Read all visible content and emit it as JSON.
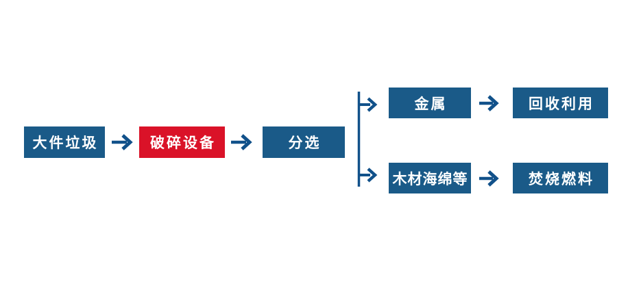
{
  "flowchart": {
    "description": "Bulky waste crushing and sorting process flow",
    "colors": {
      "background": "#FFFFFF",
      "node_default": "#1A5A88",
      "node_highlight": "#DA1228",
      "arrow": "#11518A",
      "node_text": "#FFFFFF"
    },
    "nodes": [
      {
        "id": "bulky-waste",
        "label": "大件垃圾",
        "style": "blue"
      },
      {
        "id": "shredder",
        "label": "破碎设备",
        "style": "red"
      },
      {
        "id": "sorting",
        "label": "分选",
        "style": "blue"
      },
      {
        "id": "metal",
        "label": "金属",
        "style": "blue"
      },
      {
        "id": "recycling",
        "label": "回收利用",
        "style": "blue"
      },
      {
        "id": "wood-sponge",
        "label": "木材海绵等",
        "style": "blue"
      },
      {
        "id": "incineration-fuel",
        "label": "焚烧燃料",
        "style": "blue"
      }
    ],
    "edges": [
      {
        "from": "大件垃圾",
        "to": "破碎设备"
      },
      {
        "from": "破碎设备",
        "to": "分选"
      },
      {
        "from": "分选",
        "to": "金属"
      },
      {
        "from": "分选",
        "to": "木材海绵等"
      },
      {
        "from": "金属",
        "to": "回收利用"
      },
      {
        "from": "木材海绵等",
        "to": "焚烧燃料"
      }
    ]
  }
}
